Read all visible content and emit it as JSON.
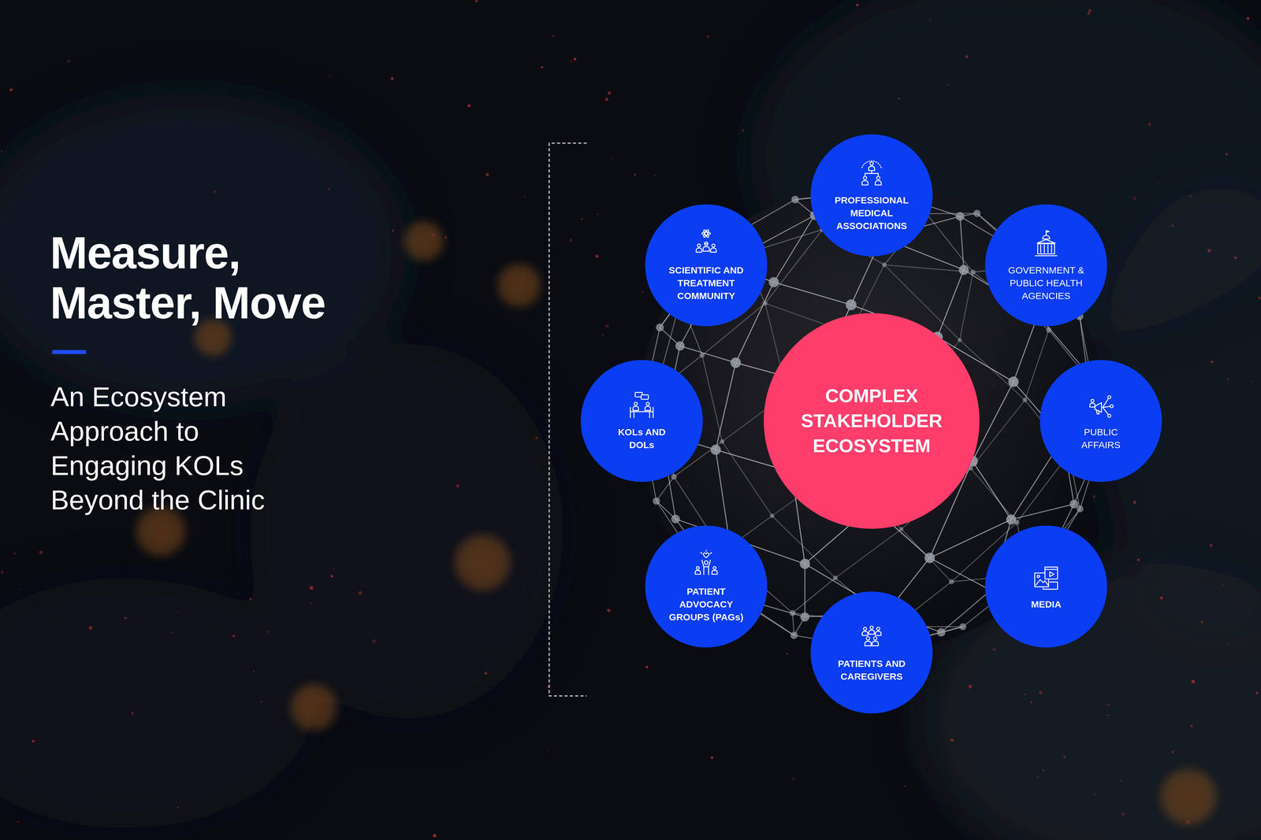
{
  "diagram": {
    "title": "Measure, Master, Move",
    "caption": "An Ecosystem Approach to Engaging KOLs Beyond the Clinic",
    "nodes": [
      {
        "text": [
          "COMPLEX STAKEHOLDER ECOSYSTEM"
        ]
      },
      {
        "text": [
          "PROFESSIONAL MEDICAL ASSOCIATIONS"
        ]
      },
      {
        "text": [
          "GOVERNMENT & PUBLIC HEALTH AGENCIES"
        ]
      },
      {
        "text": [
          "PUBLIC AFFAIRS"
        ]
      },
      {
        "text": [
          "MEDIA"
        ]
      },
      {
        "text": [
          "PATIENTS AND CAREGIVERS"
        ]
      },
      {
        "text": [
          "PATIENT ADVOCACY GROUPS (PAGs)"
        ]
      },
      {
        "text": [
          "KOLs AND DOLs"
        ]
      },
      {
        "text": [
          "SCIENTIFIC AND TREATMENT COMMUNITY"
        ]
      }
    ]
  }
}
